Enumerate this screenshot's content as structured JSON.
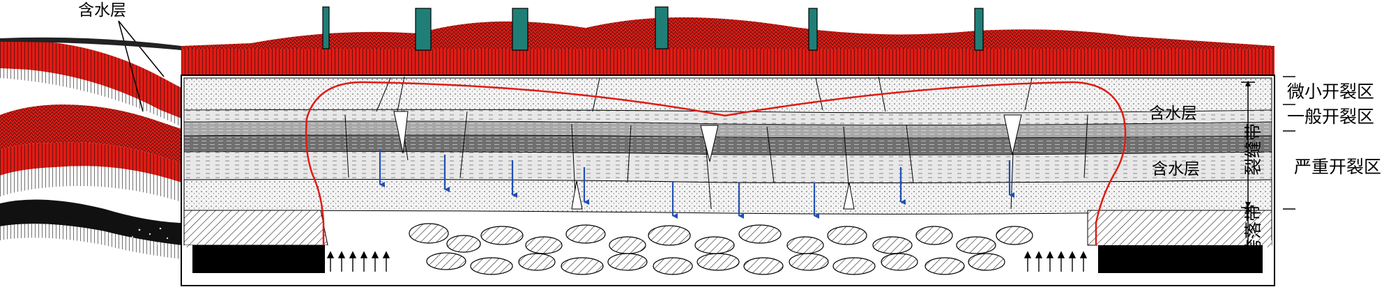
{
  "labels": {
    "aquifer_top_left": "含水层",
    "aquifer_upper": "含水层",
    "aquifer_lower": "含水层"
  },
  "zones": {
    "micro_crack": "微小开裂区",
    "general_crack": "一般开裂区",
    "severe_crack": "严重开裂区"
  },
  "bands": {
    "fracture_zone": "裂缝带",
    "caving_zone": "垮落带"
  },
  "colors": {
    "aquifer_surface": "#e01b14",
    "aquifer_shadow": "#111111",
    "boundary_line": "#e01b14",
    "water_arrow": "#1f4fb4",
    "coal_seam": "#000000",
    "well_pipe": "#1f7f77"
  }
}
